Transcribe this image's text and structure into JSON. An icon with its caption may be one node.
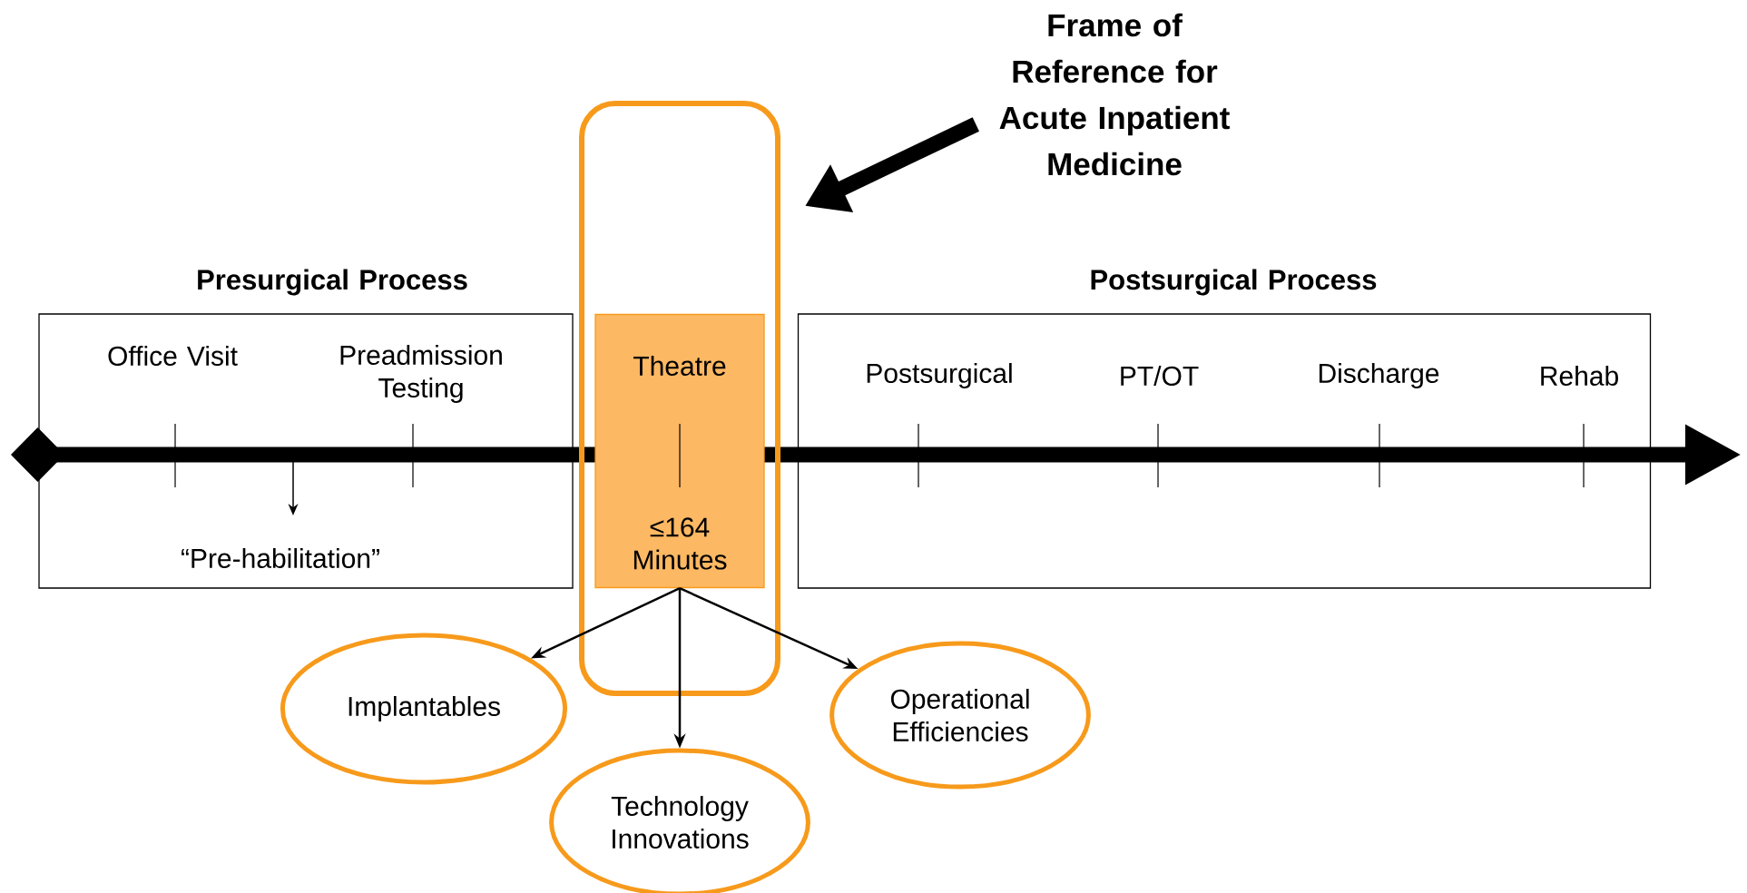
{
  "diagram": {
    "nodes": [
      {
        "text": [
          "Frame of Reference for Acute Inpatient Medicine"
        ]
      },
      {
        "text": [],
        "shape": "box"
      },
      {
        "text": [
          "Presurgical Process",
          "Office Visit",
          "Preadmission Testing",
          "“Pre-habilitation”"
        ]
      },
      {
        "text": [
          "Theatre",
          "≤164 Minutes"
        ],
        "in": 1
      },
      {
        "text": [
          "Postsurgical Process",
          "Postsurgical",
          "PT/OT",
          "Discharge",
          "Rehab"
        ]
      },
      {
        "text": [
          "Implantables"
        ]
      },
      {
        "text": [
          "Operational Efficiencies"
        ]
      },
      {
        "text": [
          "Technology Innovations"
        ]
      }
    ],
    "edges": [
      {
        "from": 0,
        "to": 1,
        "arrow": "to",
        "style": "thick"
      },
      {
        "from": 3,
        "to": 5,
        "arrow": "to"
      },
      {
        "from": 3,
        "to": 7,
        "arrow": "to"
      },
      {
        "from": 3,
        "to": 6,
        "arrow": "to"
      }
    ]
  }
}
